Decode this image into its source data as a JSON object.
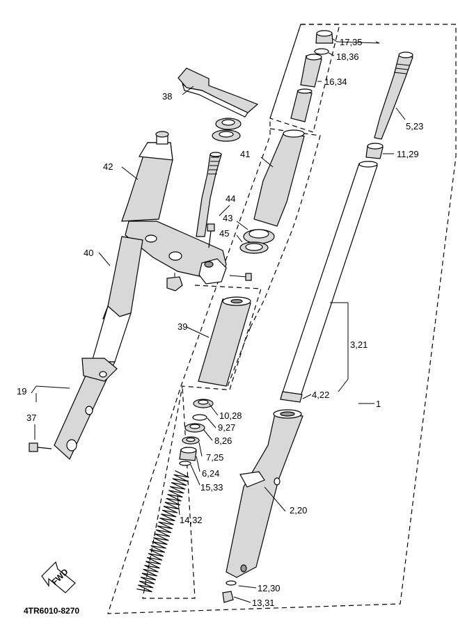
{
  "diagram_code": "4TR6010-8270",
  "fwd_text": "FWD",
  "callouts": {
    "p1": "1",
    "p2": "2,20",
    "p3": "3,21",
    "p4": "4,22",
    "p5": "5,23",
    "p6": "6,24",
    "p7": "7,25",
    "p8": "8,26",
    "p9": "9,27",
    "p10": "10,28",
    "p11": "11,29",
    "p12": "12,30",
    "p13": "13,31",
    "p14": "14,32",
    "p15": "15,33",
    "p16": "16,34",
    "p17": "17,35",
    "p18": "18,36",
    "p19": "19",
    "p37": "37",
    "p38": "38",
    "p39": "39",
    "p40": "40",
    "p41": "41",
    "p42": "42",
    "p43": "43",
    "p44": "44",
    "p45": "45"
  }
}
